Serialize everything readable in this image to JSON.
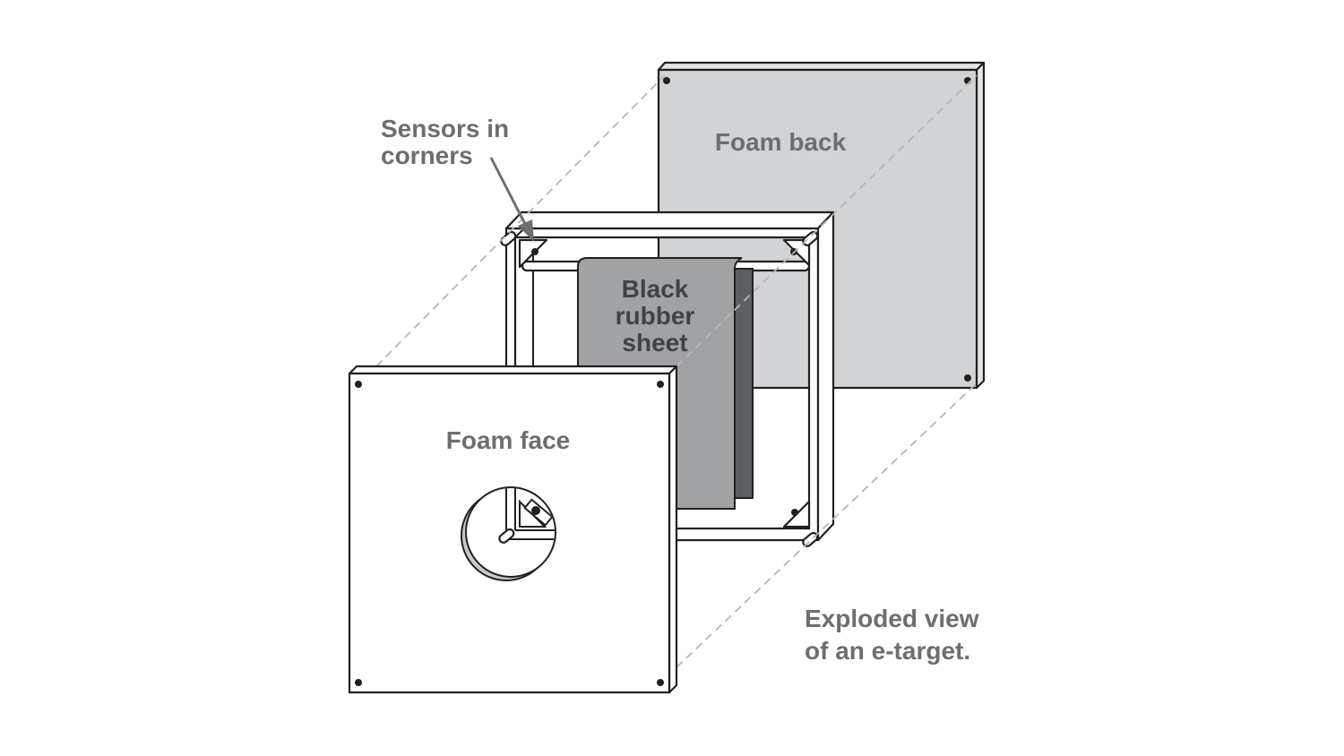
{
  "title": "Exploded view of an e-target",
  "labels": {
    "sensors_line1": "Sensors in",
    "sensors_line2": "corners",
    "foam_back": "Foam back",
    "rubber_line1": "Black",
    "rubber_line2": "rubber",
    "rubber_line3": "sheet",
    "foam_face": "Foam face",
    "caption_line1": "Exploded view",
    "caption_line2": "of an e-target."
  },
  "colors": {
    "label_gray": "#6d6e71",
    "foam_back_fill": "#d1d3d5",
    "rubber_front": "#a0a2a4",
    "rubber_back": "#5d5f62",
    "rubber_text": "#414244"
  }
}
